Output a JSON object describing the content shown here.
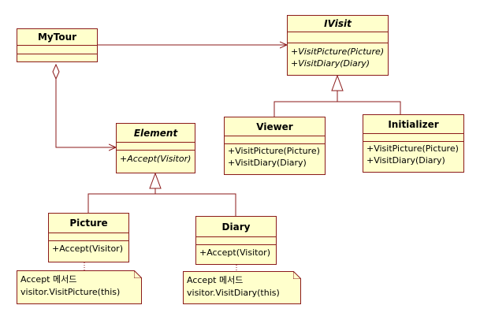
{
  "classes": {
    "mytour": {
      "name": "MyTour"
    },
    "ivisit": {
      "name": "IVisit",
      "ops": [
        "+VisitPicture(Picture)",
        "+VisitDiary(Diary)"
      ]
    },
    "element": {
      "name": "Element",
      "ops": [
        "+Accept(Visitor)"
      ]
    },
    "viewer": {
      "name": "Viewer",
      "ops": [
        "+VisitPicture(Picture)",
        "+VisitDiary(Diary)"
      ]
    },
    "initializer": {
      "name": "Initializer",
      "ops": [
        "+VisitPicture(Picture)",
        "+VisitDiary(Diary)"
      ]
    },
    "picture": {
      "name": "Picture",
      "ops": [
        "+Accept(Visitor)"
      ]
    },
    "diary": {
      "name": "Diary",
      "ops": [
        "+Accept(Visitor)"
      ]
    }
  },
  "notes": {
    "picture_note": [
      "Accept 메서드",
      "visitor.VisitPicture(this)"
    ],
    "diary_note": [
      "Accept 메서드",
      "visitor.VisitDiary(this)"
    ]
  },
  "colors": {
    "border": "#8b1a1a",
    "fill": "#ffffcc"
  }
}
